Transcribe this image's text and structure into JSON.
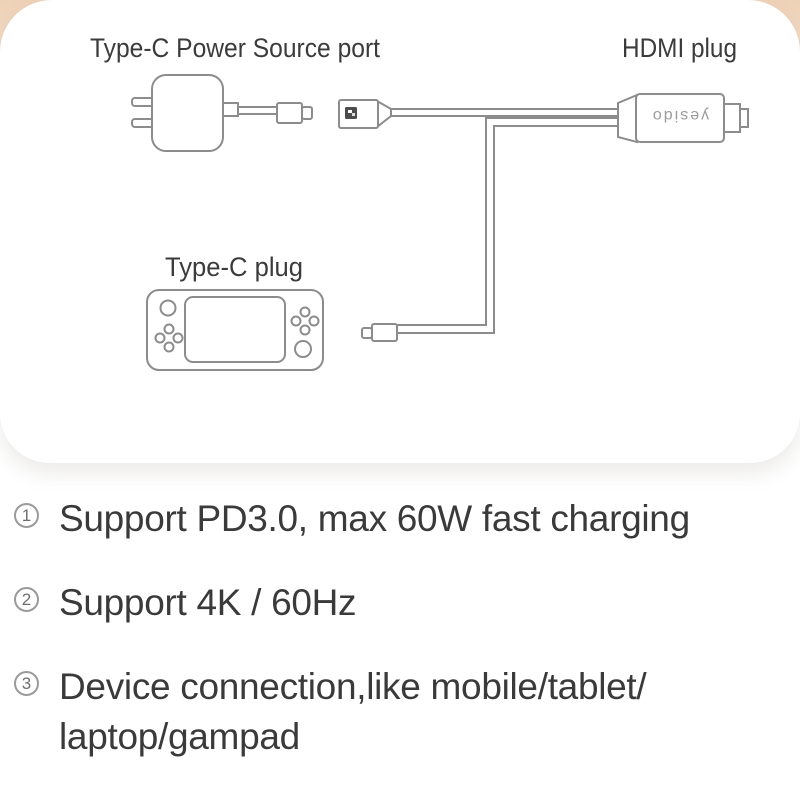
{
  "colors": {
    "peach_background": "#f0d5bd",
    "card_background": "#ffffff",
    "diagram_line": "#8c8c8c",
    "label_text": "#3b3b3b",
    "feature_text": "#3a3a3a",
    "circled_number": "#6f6f6f",
    "brand_text": "#9b9b9b"
  },
  "diagram": {
    "labels": {
      "power_port": "Type-C Power Source port",
      "hdmi_plug": "HDMI plug",
      "type_c_plug": "Type-C plug"
    },
    "brand": "yesido"
  },
  "features": {
    "items": [
      {
        "number": "1",
        "lines": [
          "Support PD3.0, max 60W fast charging"
        ]
      },
      {
        "number": "2",
        "lines": [
          "Support 4K / 60Hz"
        ]
      },
      {
        "number": "3",
        "lines": [
          "Device connection,like mobile/tablet/",
          "laptop/gampad"
        ]
      }
    ]
  }
}
